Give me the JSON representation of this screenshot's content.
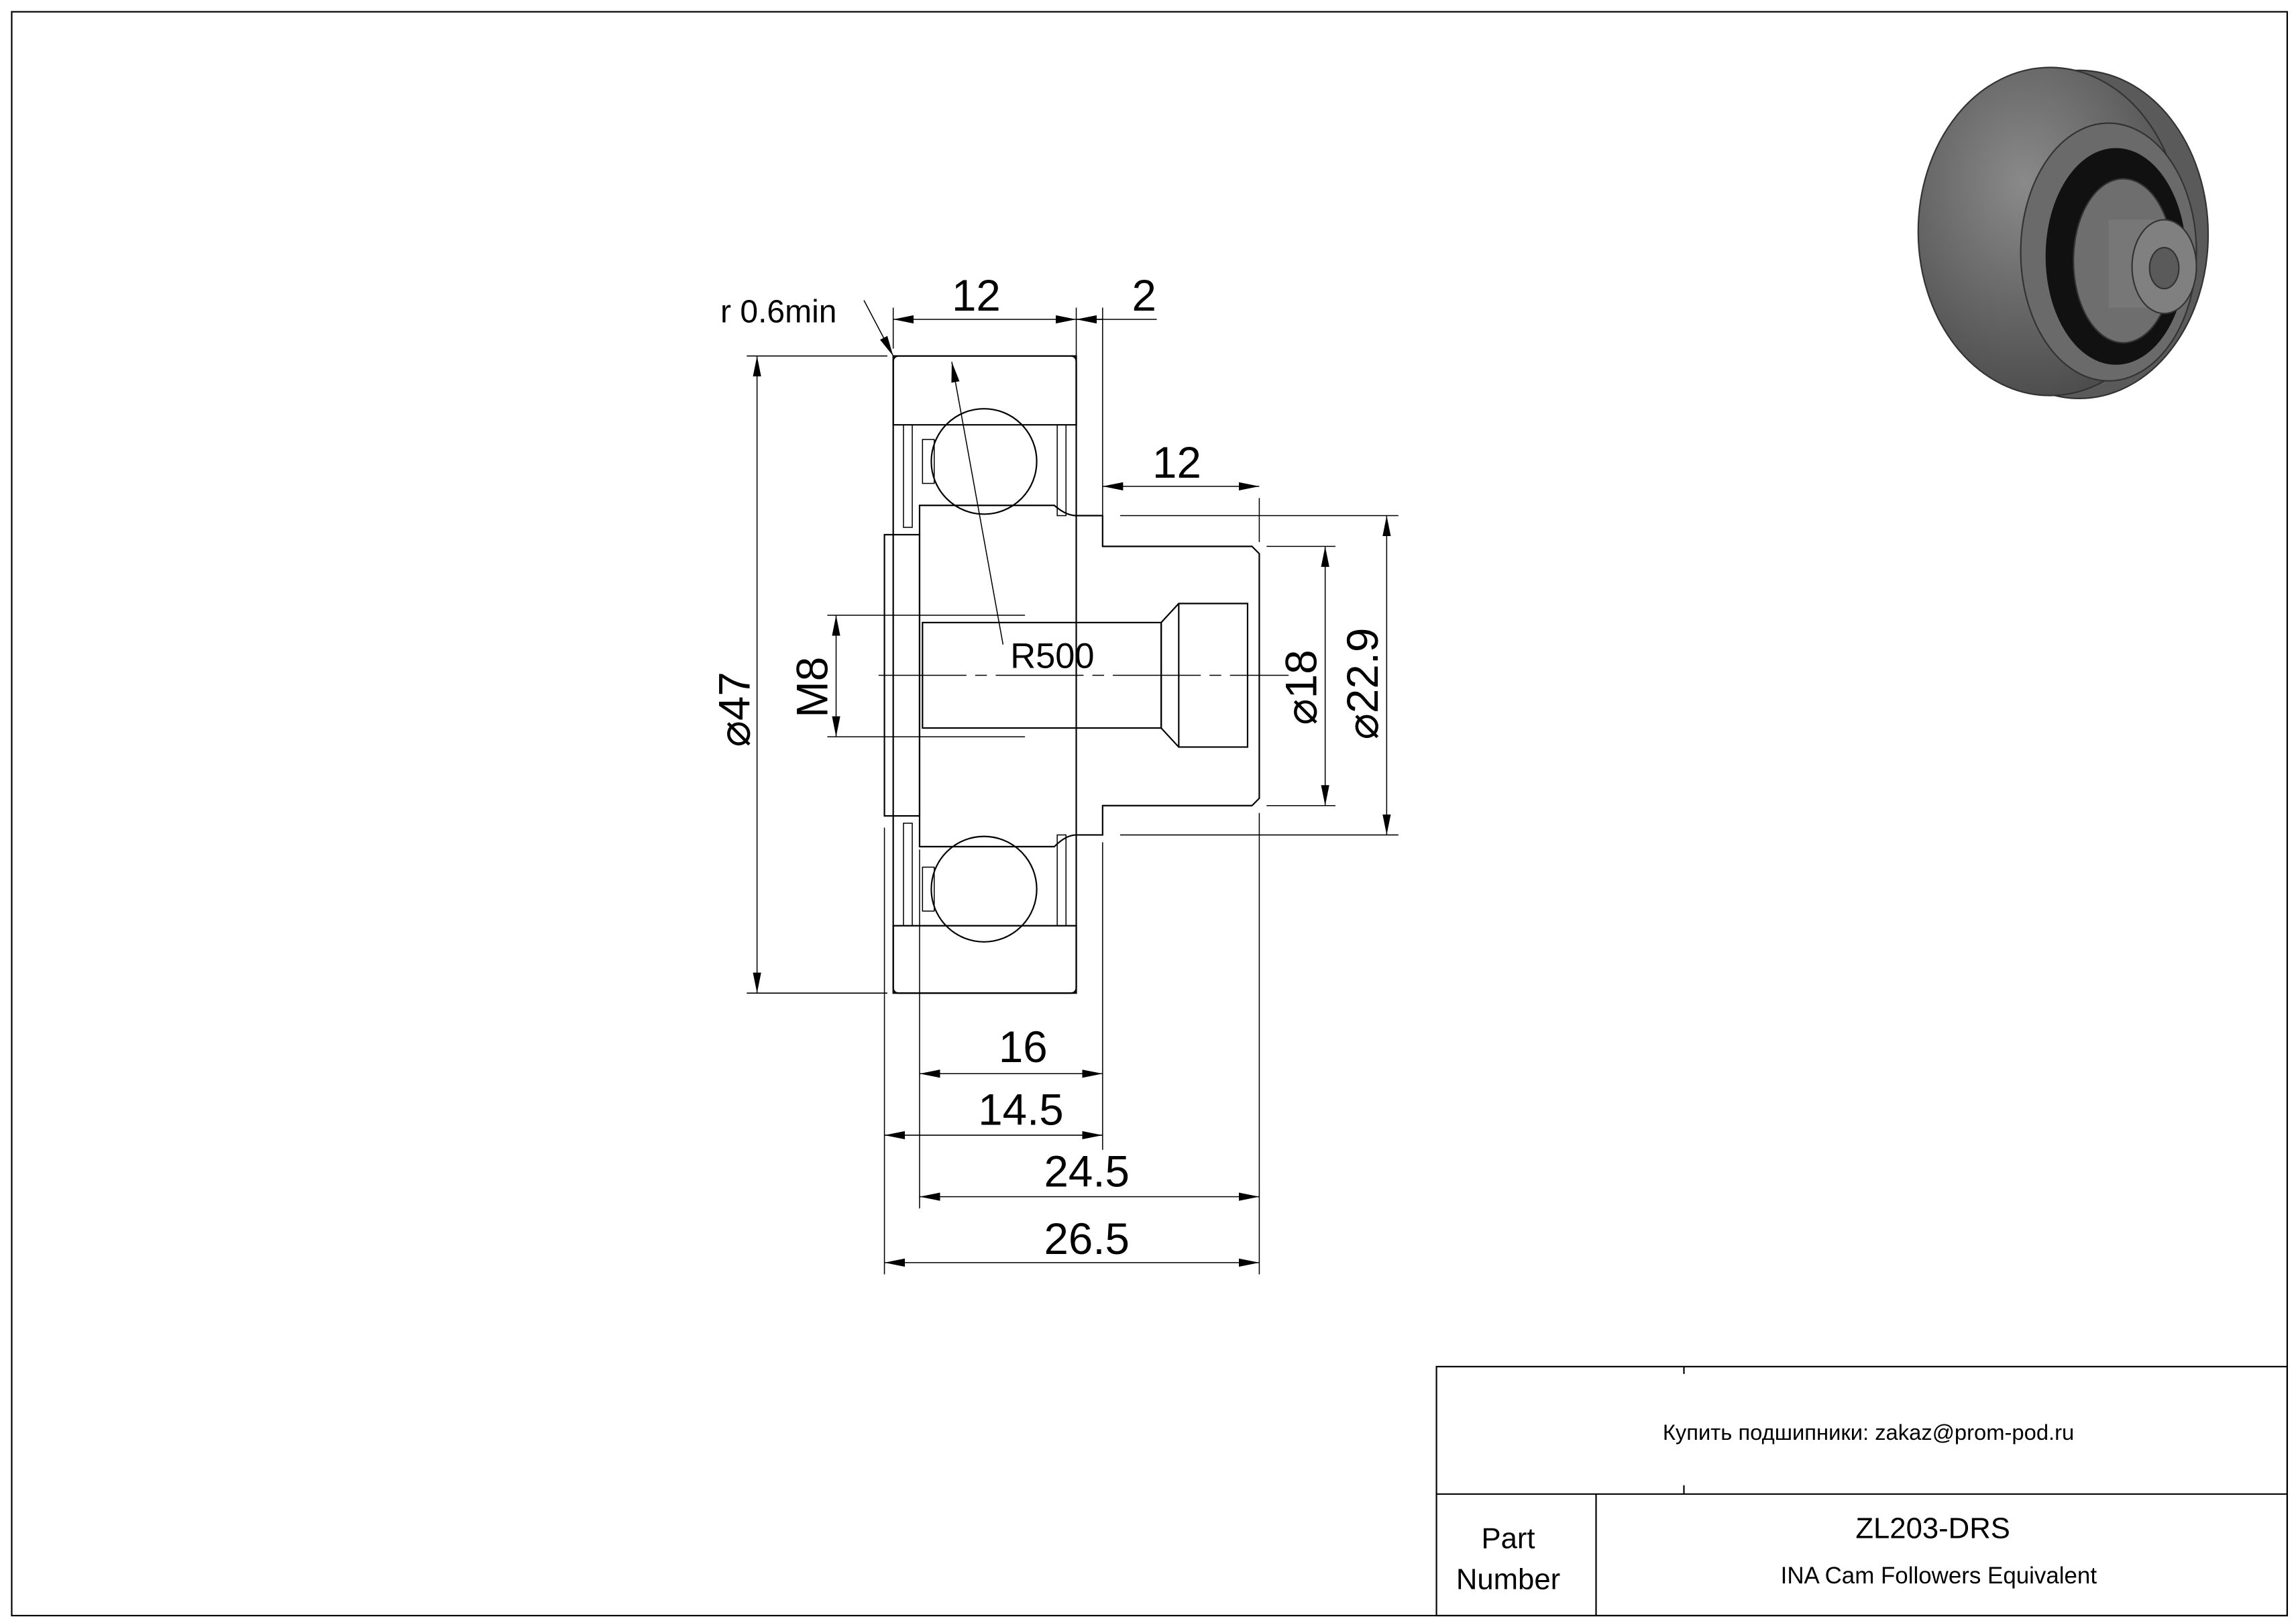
{
  "drawing": {
    "dimensions": {
      "fillet": "r 0.6min",
      "outer_width": "12",
      "offset": "2",
      "stud_length": "12",
      "outer_diameter": "⌀47",
      "thread": "M8",
      "stud_diameter": "⌀18",
      "shoulder_diameter": "⌀22.9",
      "crown_radius": "R500",
      "dim_16": "16",
      "dim_14_5": "14.5",
      "dim_24_5": "24.5",
      "dim_26_5": "26.5"
    }
  },
  "title_block": {
    "contact": "Купить подшипники: zakaz@prom-pod.ru",
    "part_label_line1": "Part",
    "part_label_line2": "Number",
    "part_number": "ZL203-DRS",
    "description": "INA Cam Followers Equivalent"
  }
}
